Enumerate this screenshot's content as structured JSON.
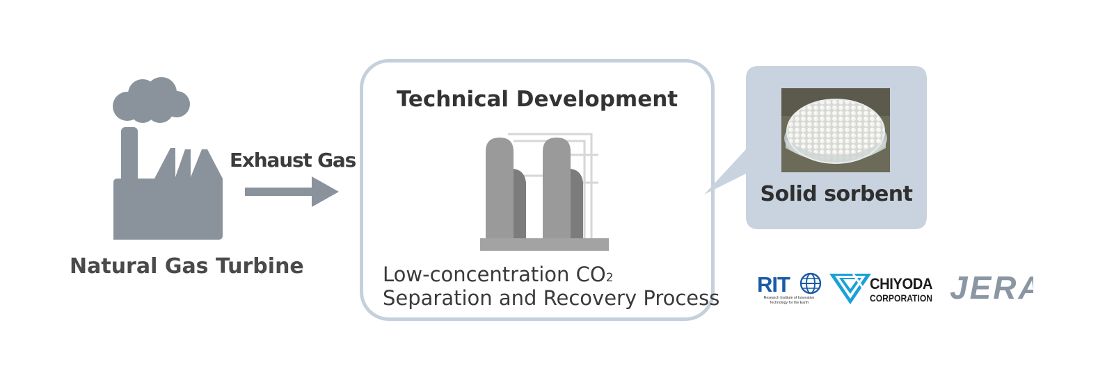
{
  "factory": {
    "label": "Natural Gas Turbine"
  },
  "exhaust": {
    "label": "Exhaust Gas"
  },
  "technical": {
    "title": "Technical Development",
    "process_line1": "Low-concentration CO",
    "process_subscript": "2",
    "process_line2": "Separation and Recovery Process"
  },
  "sorbent": {
    "label": "Solid sorbent"
  },
  "logos": {
    "rite_mark": "RIT",
    "rite_tagline_1": "Research Institute of Innovative",
    "rite_tagline_2": "Technology for the Earth",
    "chiyoda_line1": "CHIYODA",
    "chiyoda_line2": "CORPORATION",
    "jera_wordmark": "JERA"
  },
  "colors": {
    "factory_gray": "#8a939c",
    "box_border": "#c5d0dd",
    "callout_fill": "#c8d3df",
    "chiyoda_blue": "#1aa0d8",
    "rite_blue": "#1a5ba8",
    "jera_gray": "#8a96a3"
  }
}
